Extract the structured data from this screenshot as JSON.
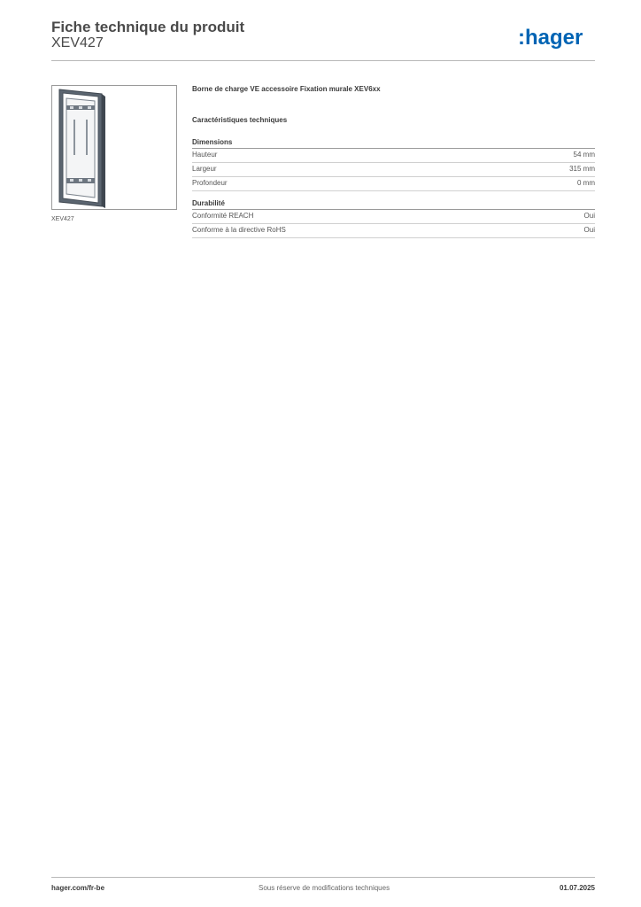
{
  "header": {
    "title": "Fiche technique du produit",
    "product_code": "XEV427",
    "logo_text": ":hager",
    "logo_color": "#0064b4"
  },
  "product_image": {
    "icon": "wall-mount-frame-image",
    "caption": "XEV427"
  },
  "description": "Borne de charge VE accessoire Fixation murale XEV6xx",
  "specs_heading": "Caractéristiques techniques",
  "groups": [
    {
      "title": "Dimensions",
      "rows": [
        {
          "label": "Hauteur",
          "value": "54 mm"
        },
        {
          "label": "Largeur",
          "value": "315 mm"
        },
        {
          "label": "Profondeur",
          "value": "0 mm"
        }
      ]
    },
    {
      "title": "Durabilité",
      "rows": [
        {
          "label": "Conformité REACH",
          "value": "Oui"
        },
        {
          "label": "Conforme à la directive RoHS",
          "value": "Oui"
        }
      ]
    }
  ],
  "footer": {
    "website": "hager.com/fr-be",
    "notice": "Sous réserve de modifications techniques",
    "date": "01.07.2025"
  }
}
